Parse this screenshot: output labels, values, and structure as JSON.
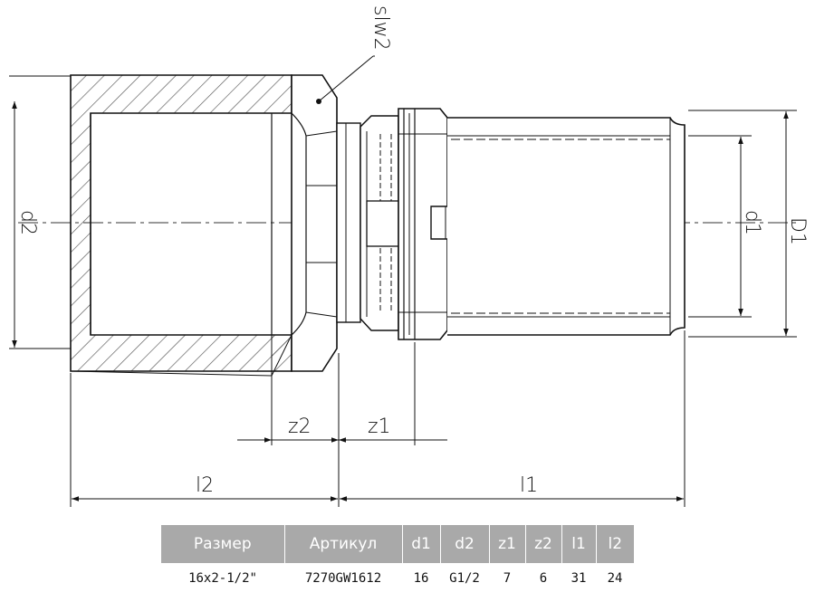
{
  "labels": {
    "slw2": "slw2",
    "d2": "d2",
    "d1": "d1",
    "D1": "D1",
    "z2": "z2",
    "z1": "z1",
    "l2": "l2",
    "l1": "l1"
  },
  "table": {
    "headers": [
      "Размер",
      "Артикул",
      "d1",
      "d2",
      "z1",
      "z2",
      "l1",
      "l2"
    ],
    "rows": [
      [
        "16x2-1/2\"",
        "7270GW1612",
        "16",
        "G1/2",
        "7",
        "6",
        "31",
        "24"
      ]
    ]
  }
}
